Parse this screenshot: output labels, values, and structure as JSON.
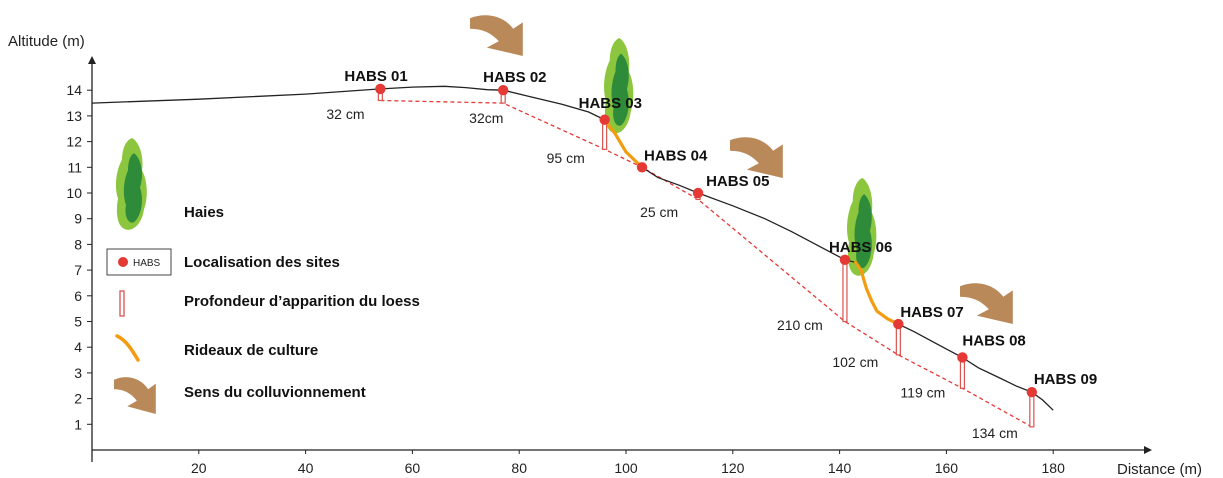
{
  "axes": {
    "y_title": "Altitude (m)",
    "x_title": "Distance (m)",
    "y_ticks": [
      1,
      2,
      3,
      4,
      5,
      6,
      7,
      8,
      9,
      10,
      11,
      12,
      13,
      14
    ],
    "x_ticks": [
      20,
      40,
      60,
      80,
      100,
      120,
      140,
      160,
      180
    ]
  },
  "terrain": [
    [
      0,
      13.5
    ],
    [
      20,
      13.65
    ],
    [
      40,
      13.85
    ],
    [
      54,
      14.05
    ],
    [
      60,
      14.12
    ],
    [
      66,
      14.15
    ],
    [
      70,
      14.1
    ],
    [
      74,
      14.02
    ],
    [
      77,
      14.0
    ],
    [
      82,
      13.75
    ],
    [
      88,
      13.45
    ],
    [
      93,
      13.15
    ],
    [
      96,
      12.85
    ],
    [
      98,
      12.3
    ],
    [
      100,
      11.6
    ],
    [
      103,
      11.0
    ],
    [
      106,
      10.6
    ],
    [
      110,
      10.3
    ],
    [
      113.5,
      10.0
    ],
    [
      120,
      9.5
    ],
    [
      126,
      9.0
    ],
    [
      131,
      8.5
    ],
    [
      136,
      7.95
    ],
    [
      141,
      7.4
    ],
    [
      143,
      7.3
    ],
    [
      144,
      7.0
    ],
    [
      145,
      6.3
    ],
    [
      146,
      5.8
    ],
    [
      147,
      5.4
    ],
    [
      149,
      5.1
    ],
    [
      151,
      4.9
    ],
    [
      154,
      4.6
    ],
    [
      158,
      4.15
    ],
    [
      163,
      3.6
    ],
    [
      166,
      3.2
    ],
    [
      170,
      2.8
    ],
    [
      173,
      2.5
    ],
    [
      176,
      2.25
    ],
    [
      178,
      1.95
    ],
    [
      180,
      1.55
    ]
  ],
  "rideaux": [
    [
      [
        96,
        12.85
      ],
      [
        98,
        12.3
      ],
      [
        100,
        11.6
      ],
      [
        101.5,
        11.3
      ],
      [
        103,
        11.0
      ]
    ],
    [
      [
        143,
        7.3
      ],
      [
        144,
        7.0
      ],
      [
        145,
        6.3
      ],
      [
        146,
        5.8
      ],
      [
        147,
        5.4
      ],
      [
        149,
        5.1
      ],
      [
        151,
        4.9
      ]
    ]
  ],
  "sites": [
    {
      "name": "HABS 01",
      "x": 54,
      "alt": 14.05,
      "depth_label": "32 cm",
      "loess_alt": 13.6
    },
    {
      "name": "HABS 02",
      "x": 77,
      "alt": 14.0,
      "depth_label": "32cm",
      "loess_alt": 13.5
    },
    {
      "name": "HABS 03",
      "x": 96,
      "alt": 12.85,
      "depth_label": "95 cm",
      "loess_alt": 11.7
    },
    {
      "name": "HABS 04",
      "x": 103,
      "alt": 11.0,
      "depth_label": "",
      "loess_alt": 11.0
    },
    {
      "name": "HABS 05",
      "x": 113.5,
      "alt": 10.0,
      "depth_label": "25 cm",
      "loess_alt": 9.75
    },
    {
      "name": "HABS 06",
      "x": 141,
      "alt": 7.4,
      "depth_label": "210 cm",
      "loess_alt": 5.0
    },
    {
      "name": "HABS 07",
      "x": 151,
      "alt": 4.9,
      "depth_label": "102 cm",
      "loess_alt": 3.7
    },
    {
      "name": "HABS 08",
      "x": 163,
      "alt": 3.6,
      "depth_label": "119 cm",
      "loess_alt": 2.4
    },
    {
      "name": "HABS 09",
      "x": 176,
      "alt": 2.25,
      "depth_label": "134 cm",
      "loess_alt": 0.9
    }
  ],
  "legend": {
    "haies": "Haies",
    "sites": "Localisation des sites",
    "sites_box": "HABS",
    "profondeur": "Profondeur d’apparition du loess",
    "rideaux": "Rideaux de culture",
    "sens": "Sens du colluvionnement"
  },
  "colors": {
    "terrain": "#222222",
    "site": "#e53935",
    "loess_line": "#e53935",
    "depth_bar": "#d9534f",
    "rideaux": "#f39c12",
    "arrow": "#b9895a",
    "hedge_light": "#8cc63f",
    "hedge_dark": "#2e8b3a"
  }
}
